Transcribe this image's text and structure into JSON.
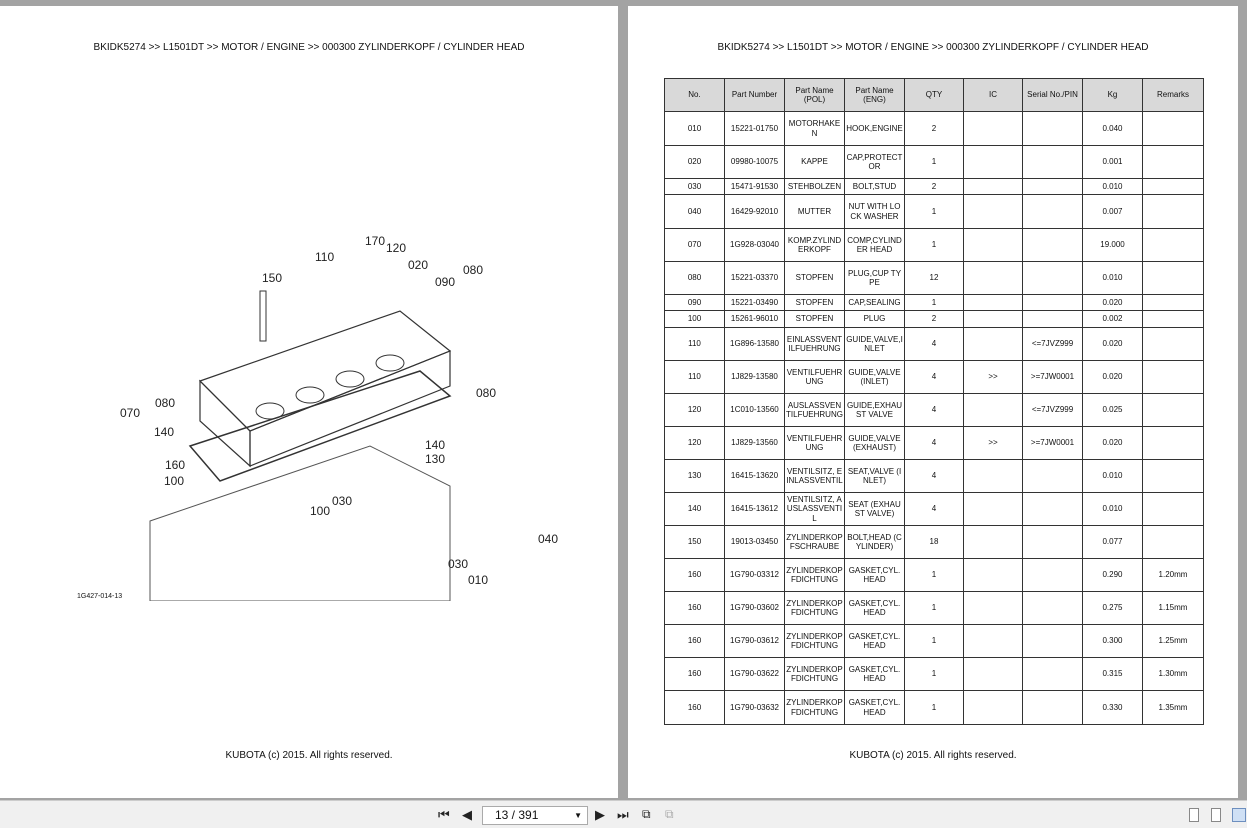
{
  "breadcrumb": "BKIDK5274 >> L1501DT >> MOTOR / ENGINE >> 000300   ZYLINDERKOPF / CYLINDER HEAD",
  "footer": "KUBOTA (c) 2015. All rights reserved.",
  "diagram": {
    "figure_id": "1G427-014-13",
    "callouts": [
      "170",
      "120",
      "110",
      "020",
      "080",
      "150",
      "090",
      "080",
      "070",
      "080",
      "140",
      "160",
      "100",
      "140",
      "130",
      "030",
      "100",
      "040",
      "030",
      "010"
    ]
  },
  "table": {
    "headers": [
      "No.",
      "Part Number",
      "Part Name (POL)",
      "Part Name (ENG)",
      "QTY",
      "IC",
      "Serial No./PIN",
      "Kg",
      "Remarks"
    ],
    "rows": [
      [
        "010",
        "15221-01750",
        "MOTORHAKEN",
        "HOOK,ENGINE",
        "2",
        "",
        "",
        "0.040",
        ""
      ],
      [
        "020",
        "09980-10075",
        "KAPPE",
        "CAP,PROTECTOR",
        "1",
        "",
        "",
        "0.001",
        ""
      ],
      [
        "030",
        "15471-91530",
        "STEHBOLZEN",
        "BOLT,STUD",
        "2",
        "",
        "",
        "0.010",
        ""
      ],
      [
        "040",
        "16429-92010",
        "MUTTER",
        "NUT WITH LOCK WASHER",
        "1",
        "",
        "",
        "0.007",
        ""
      ],
      [
        "070",
        "1G928-03040",
        "KOMP.ZYLINDERKOPF",
        "COMP,CYLINDER HEAD",
        "1",
        "",
        "",
        "19.000",
        ""
      ],
      [
        "080",
        "15221-03370",
        "STOPFEN",
        "PLUG,CUP TYPE",
        "12",
        "",
        "",
        "0.010",
        ""
      ],
      [
        "090",
        "15221-03490",
        "STOPFEN",
        "CAP,SEALING",
        "1",
        "",
        "",
        "0.020",
        ""
      ],
      [
        "100",
        "15261-96010",
        "STOPFEN",
        "PLUG",
        "2",
        "",
        "",
        "0.002",
        ""
      ],
      [
        "110",
        "1G896-13580",
        "EINLASSVENTILFUEHRUNG",
        "GUIDE,VALVE,INLET",
        "4",
        "",
        "<=7JVZ999",
        "0.020",
        ""
      ],
      [
        "110",
        "1J829-13580",
        "VENTILFUEHRUNG",
        "GUIDE,VALVE (INLET)",
        "4",
        ">>",
        ">=7JW0001",
        "0.020",
        ""
      ],
      [
        "120",
        "1C010-13560",
        "AUSLASSVENTILFUEHRUNG",
        "GUIDE,EXHAUST VALVE",
        "4",
        "",
        "<=7JVZ999",
        "0.025",
        ""
      ],
      [
        "120",
        "1J829-13560",
        "VENTILFUEHRUNG",
        "GUIDE,VALVE (EXHAUST)",
        "4",
        ">>",
        ">=7JW0001",
        "0.020",
        ""
      ],
      [
        "130",
        "16415-13620",
        "VENTILSITZ, EINLASSVENTIL",
        "SEAT,VALVE (INLET)",
        "4",
        "",
        "",
        "0.010",
        ""
      ],
      [
        "140",
        "16415-13612",
        "VENTILSITZ, AUSLASSVENTIL",
        "SEAT (EXHAUST VALVE)",
        "4",
        "",
        "",
        "0.010",
        ""
      ],
      [
        "150",
        "19013-03450",
        "ZYLINDERKOPFSCHRAUBE",
        "BOLT,HEAD (CYLINDER)",
        "18",
        "",
        "",
        "0.077",
        ""
      ],
      [
        "160",
        "1G790-03312",
        "ZYLINDERKOPFDICHTUNG",
        "GASKET,CYL. HEAD",
        "1",
        "",
        "",
        "0.290",
        "1.20mm"
      ],
      [
        "160",
        "1G790-03602",
        "ZYLINDERKOPFDICHTUNG",
        "GASKET,CYL. HEAD",
        "1",
        "",
        "",
        "0.275",
        "1.15mm"
      ],
      [
        "160",
        "1G790-03612",
        "ZYLINDERKOPFDICHTUNG",
        "GASKET,CYL. HEAD",
        "1",
        "",
        "",
        "0.300",
        "1.25mm"
      ],
      [
        "160",
        "1G790-03622",
        "ZYLINDERKOPFDICHTUNG",
        "GASKET,CYL. HEAD",
        "1",
        "",
        "",
        "0.315",
        "1.30mm"
      ],
      [
        "160",
        "1G790-03632",
        "ZYLINDERKOPFDICHTUNG",
        "GASKET,CYL. HEAD",
        "1",
        "",
        "",
        "0.330",
        "1.35mm"
      ]
    ]
  },
  "viewer": {
    "page_indicator": "13 / 391"
  }
}
